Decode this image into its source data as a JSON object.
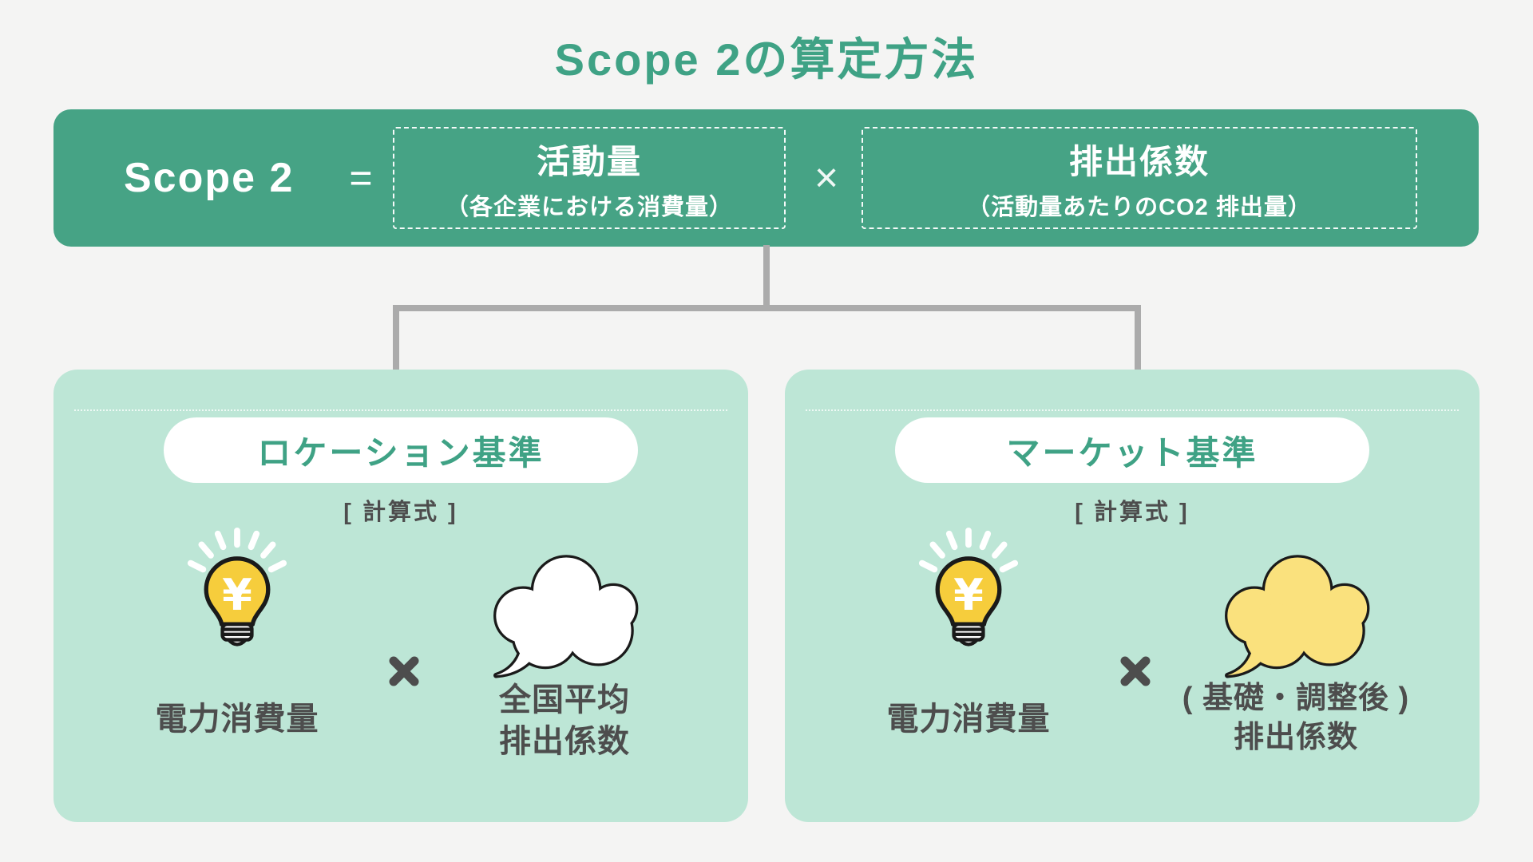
{
  "title": "Scope 2の算定方法",
  "banner": {
    "lhs": "Scope 2",
    "equals": "=",
    "times": "×",
    "activity": {
      "label": "活動量",
      "sub": "（各企業における消費量）"
    },
    "emission_factor": {
      "label": "排出係数",
      "sub": "（活動量あたりのCO2 排出量）"
    }
  },
  "cards": {
    "location": {
      "heading": "ロケーション基準",
      "formula_label": "[ 計算式 ]",
      "left_operand": "電力消費量",
      "operator": "×",
      "right_operand_line1": "全国平均",
      "right_operand_line2": "排出係数"
    },
    "market": {
      "heading": "マーケット基準",
      "formula_label": "[ 計算式 ]",
      "left_operand": "電力消費量",
      "operator": "×",
      "right_operand_line1": "( 基礎・調整後 )",
      "right_operand_line2": "排出係数"
    }
  },
  "icons": {
    "bulb_symbol": "¥"
  },
  "colors": {
    "background": "#F4F4F3",
    "banner_green": "#46A385",
    "title_green": "#3FA285",
    "card_green": "#BDE6D6",
    "text_dark": "#4D4D4D",
    "connector_gray": "#ABABAB",
    "bulb_yellow": "#F6CD3C",
    "cloud_yellow": "#FAE17D",
    "outline_ink": "#1A1A1A",
    "white": "#FFFFFF"
  }
}
